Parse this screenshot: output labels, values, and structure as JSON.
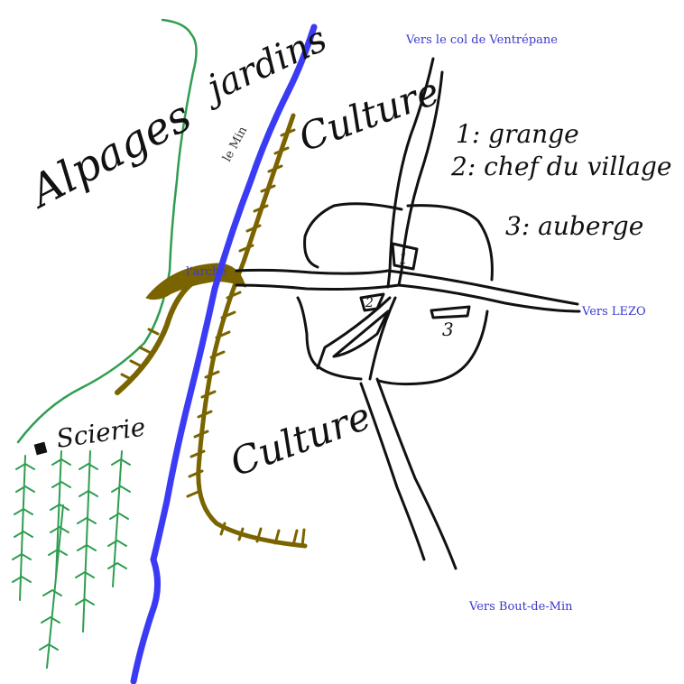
{
  "colors": {
    "river": "#3b3bf5",
    "forest": "#2e9e4f",
    "path": "#7a6400",
    "ink": "#111111",
    "direction": "#3a3acc"
  },
  "zones": {
    "alpages": "Alpages",
    "jardins": "jardins",
    "culture_north": "Culture",
    "culture_south": "Culture",
    "scierie": "Scierie"
  },
  "river_name": "le Min",
  "bridge_name": "l'arche",
  "legend": {
    "items": [
      {
        "number": "1",
        "text": "grange"
      },
      {
        "number": "2",
        "text": "chef du village"
      },
      {
        "number": "3",
        "text": "auberge"
      }
    ]
  },
  "markers": {
    "one": "1",
    "two": "2",
    "three": "3"
  },
  "directions": {
    "north": "Vers le col de Ventrépane",
    "east": "Vers LEZO",
    "south": "Vers Bout-de-Min"
  }
}
